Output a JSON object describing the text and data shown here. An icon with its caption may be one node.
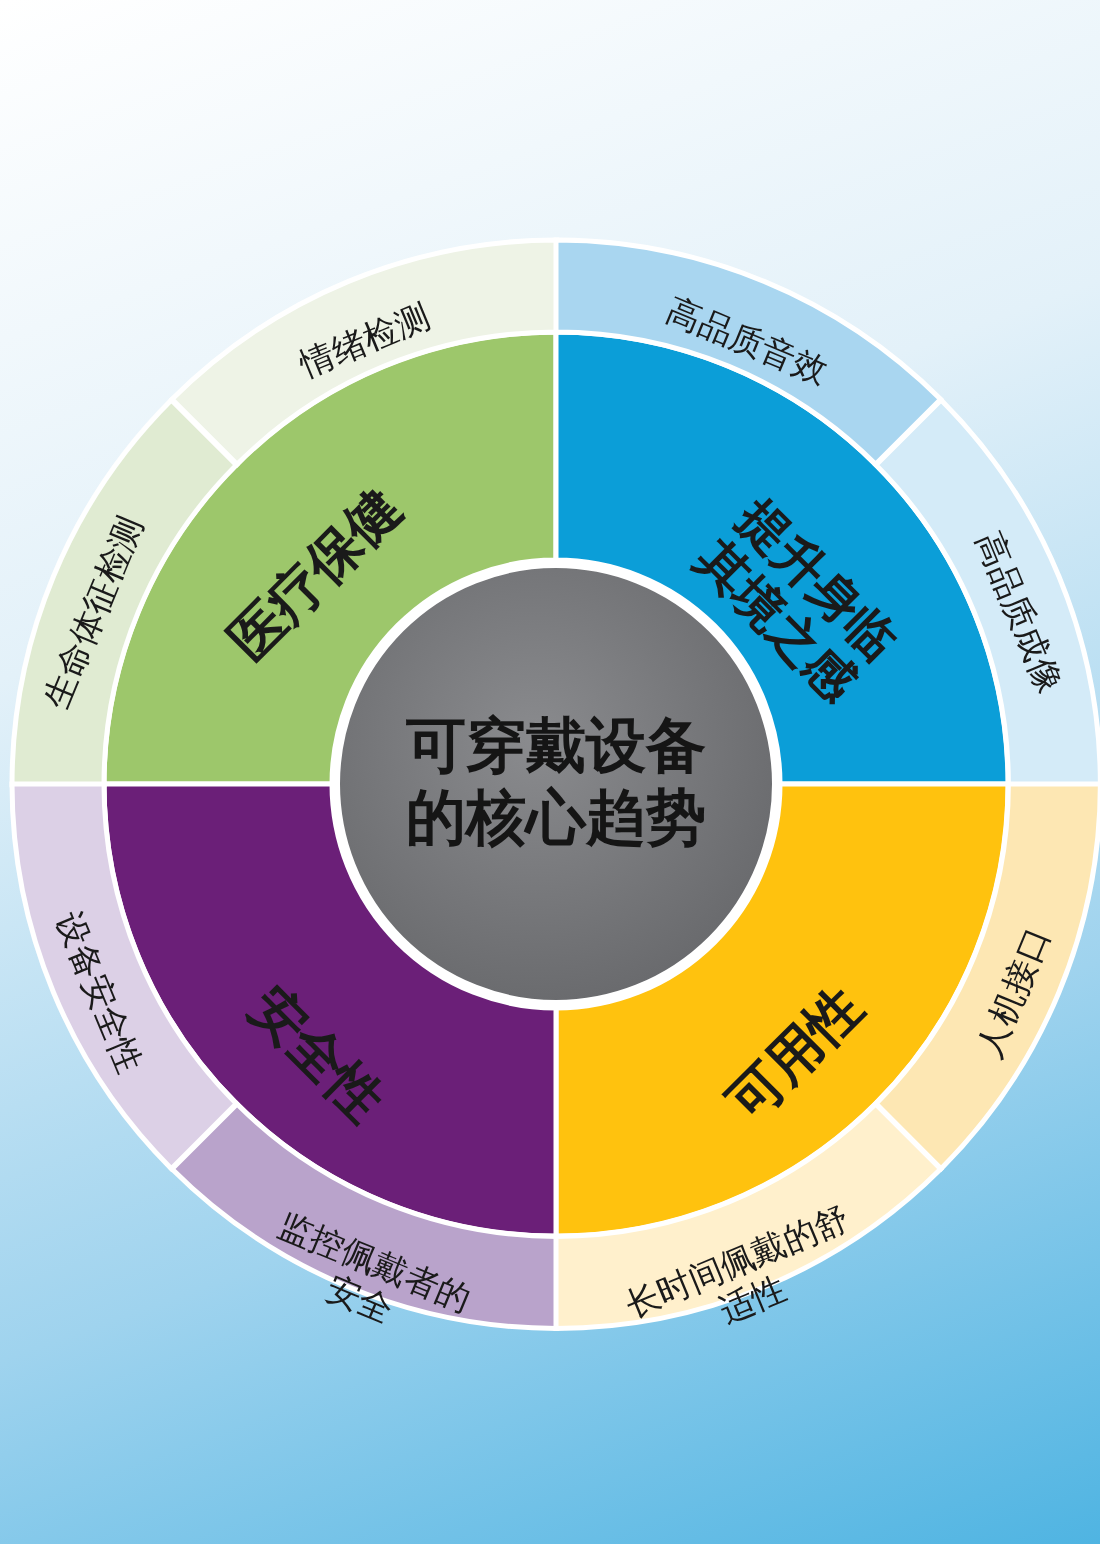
{
  "diagram": {
    "nodes": [
      {
        "text": [
          "可穿戴设备的核心趋势"
        ]
      },
      {
        "text": [
          "医疗保健"
        ]
      },
      {
        "text": [
          "提升身临其境之感"
        ]
      },
      {
        "text": [
          "可用性"
        ]
      },
      {
        "text": [
          "安全性"
        ]
      },
      {
        "text": [
          "情绪检测"
        ]
      },
      {
        "text": [
          "高品质音效"
        ]
      },
      {
        "text": [
          "生命体征检测"
        ]
      },
      {
        "text": [
          "高品质成像"
        ]
      },
      {
        "text": [
          "人机接口"
        ]
      },
      {
        "text": [
          "设备安全性"
        ]
      },
      {
        "text": [
          "监控佩戴者的安全"
        ]
      },
      {
        "text": [
          "长时间佩戴的舒适性"
        ]
      }
    ]
  }
}
